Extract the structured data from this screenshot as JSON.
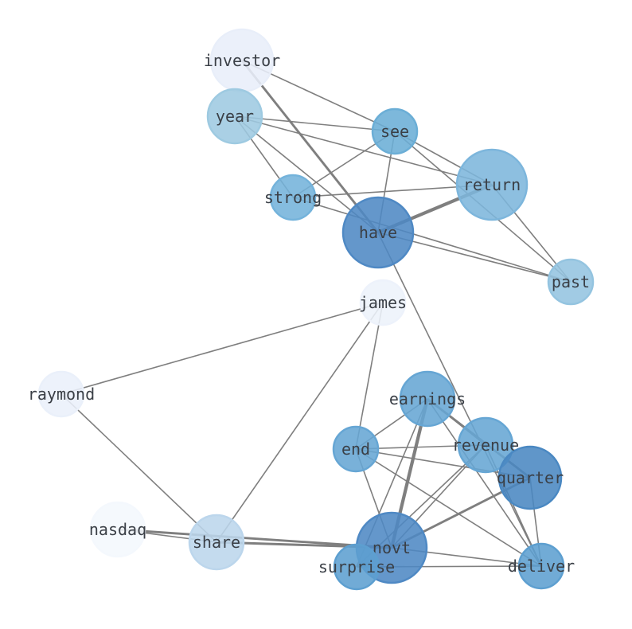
{
  "diagram": {
    "type": "network",
    "nodes": [
      {
        "id": "investor",
        "label": "investor",
        "color": "#e8eef9"
      },
      {
        "id": "year",
        "label": "year",
        "color": "#9ecae1"
      },
      {
        "id": "see",
        "label": "see",
        "color": "#6baed6"
      },
      {
        "id": "return",
        "label": "return",
        "color": "#7db6dc"
      },
      {
        "id": "strong",
        "label": "strong",
        "color": "#74b3db"
      },
      {
        "id": "have",
        "label": "have",
        "color": "#4f89c4"
      },
      {
        "id": "past",
        "label": "past",
        "color": "#94c4e0"
      },
      {
        "id": "james",
        "label": "james",
        "color": "#edf2fb"
      },
      {
        "id": "raymond",
        "label": "raymond",
        "color": "#eaf0fa"
      },
      {
        "id": "earnings",
        "label": "earnings",
        "color": "#66a6d4"
      },
      {
        "id": "end",
        "label": "end",
        "color": "#66a6d4"
      },
      {
        "id": "revenue",
        "label": "revenue",
        "color": "#66a6d4"
      },
      {
        "id": "quarter",
        "label": "quarter",
        "color": "#4a88c2"
      },
      {
        "id": "nasdaq",
        "label": "nasdaq",
        "color": "#f4f8fd"
      },
      {
        "id": "share",
        "label": "share",
        "color": "#bcd6ec"
      },
      {
        "id": "novt",
        "label": "novt",
        "color": "#4f89c4"
      },
      {
        "id": "surprise",
        "label": "surprise",
        "color": "#5d9fd0"
      },
      {
        "id": "deliver",
        "label": "deliver",
        "color": "#5d9fd0"
      }
    ],
    "edges": [
      {
        "source": "investor",
        "target": "see",
        "weight": 1
      },
      {
        "source": "investor",
        "target": "have",
        "weight": 2
      },
      {
        "source": "year",
        "target": "see",
        "weight": 1
      },
      {
        "source": "year",
        "target": "return",
        "weight": 1
      },
      {
        "source": "year",
        "target": "strong",
        "weight": 1
      },
      {
        "source": "year",
        "target": "have",
        "weight": 1
      },
      {
        "source": "see",
        "target": "strong",
        "weight": 1
      },
      {
        "source": "see",
        "target": "have",
        "weight": 1
      },
      {
        "source": "see",
        "target": "return",
        "weight": 1
      },
      {
        "source": "see",
        "target": "past",
        "weight": 1
      },
      {
        "source": "strong",
        "target": "return",
        "weight": 1
      },
      {
        "source": "strong",
        "target": "past",
        "weight": 1
      },
      {
        "source": "have",
        "target": "return",
        "weight": 3
      },
      {
        "source": "have",
        "target": "past",
        "weight": 1
      },
      {
        "source": "have",
        "target": "deliver",
        "weight": 1
      },
      {
        "source": "return",
        "target": "past",
        "weight": 1
      },
      {
        "source": "james",
        "target": "raymond",
        "weight": 1
      },
      {
        "source": "james",
        "target": "share",
        "weight": 1
      },
      {
        "source": "james",
        "target": "end",
        "weight": 1
      },
      {
        "source": "raymond",
        "target": "share",
        "weight": 1
      },
      {
        "source": "nasdaq",
        "target": "share",
        "weight": 1
      },
      {
        "source": "nasdaq",
        "target": "novt",
        "weight": 2
      },
      {
        "source": "share",
        "target": "novt",
        "weight": 2
      },
      {
        "source": "end",
        "target": "earnings",
        "weight": 1
      },
      {
        "source": "end",
        "target": "revenue",
        "weight": 1
      },
      {
        "source": "end",
        "target": "quarter",
        "weight": 1
      },
      {
        "source": "end",
        "target": "deliver",
        "weight": 1
      },
      {
        "source": "end",
        "target": "novt",
        "weight": 1
      },
      {
        "source": "earnings",
        "target": "revenue",
        "weight": 1
      },
      {
        "source": "earnings",
        "target": "quarter",
        "weight": 2
      },
      {
        "source": "earnings",
        "target": "novt",
        "weight": 3
      },
      {
        "source": "earnings",
        "target": "surprise",
        "weight": 1
      },
      {
        "source": "earnings",
        "target": "deliver",
        "weight": 1
      },
      {
        "source": "revenue",
        "target": "novt",
        "weight": 1
      },
      {
        "source": "revenue",
        "target": "surprise",
        "weight": 1
      },
      {
        "source": "revenue",
        "target": "deliver",
        "weight": 1
      },
      {
        "source": "quarter",
        "target": "novt",
        "weight": 2
      },
      {
        "source": "quarter",
        "target": "deliver",
        "weight": 1
      },
      {
        "source": "novt",
        "target": "deliver",
        "weight": 1
      },
      {
        "source": "surprise",
        "target": "deliver",
        "weight": 1
      }
    ]
  }
}
